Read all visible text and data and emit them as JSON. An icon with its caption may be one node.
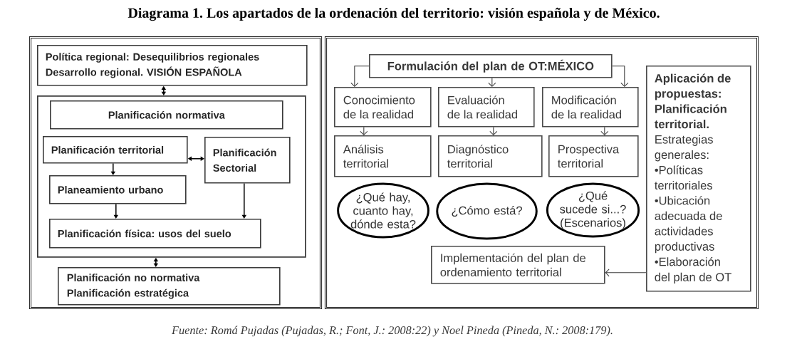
{
  "diagram": {
    "title": "Diagrama 1. Los apartados de la ordenación del territorio: visión española y de México.",
    "nodes": [
      {
        "text": [],
        "shape": "box"
      },
      {
        "text": [
          "Política regional: Desequilibrios regionales",
          "Desarrollo regional. VISIÓN ESPAÑOLA"
        ],
        "in": 0
      },
      {
        "text": [],
        "shape": "box",
        "in": 0
      },
      {
        "text": [
          "Planificación normativa"
        ],
        "in": 2
      },
      {
        "text": [
          "Planificación territorial"
        ],
        "in": 2
      },
      {
        "text": [
          "Planificación Sectorial"
        ],
        "in": 2
      },
      {
        "text": [
          "Planeamiento urbano"
        ],
        "in": 2
      },
      {
        "text": [
          "Planificación física: usos del suelo"
        ],
        "in": 2
      },
      {
        "text": [
          "Planificación no normativa",
          "Planificación estratégica"
        ],
        "in": 0
      },
      {
        "text": [],
        "shape": "box"
      },
      {
        "text": [
          "Formulación del plan de OT:MÉXICO"
        ],
        "in": 9
      },
      {
        "text": [
          "Conocimiento de la realidad"
        ],
        "in": 9
      },
      {
        "text": [
          "Evaluación de la realidad"
        ],
        "in": 9
      },
      {
        "text": [
          "Modificación de la realidad"
        ],
        "in": 9
      },
      {
        "text": [
          "Análisis territorial"
        ],
        "in": 9
      },
      {
        "text": [
          "Diagnóstico territorial"
        ],
        "in": 9
      },
      {
        "text": [
          "Prospectiva territorial"
        ],
        "in": 9
      },
      {
        "text": [
          "¿Qué hay, cuanto hay, dónde esta?"
        ],
        "in": 9
      },
      {
        "text": [
          "¿Cómo está?"
        ],
        "in": 9
      },
      {
        "text": [
          "¿Qué sucede si...? (Escenarios)"
        ],
        "in": 9
      },
      {
        "text": [
          "Aplicación de propuestas: Planificación territorial.",
          "Estrategias generales:",
          "•Políticas territoriales",
          "•Ubicación adecuada de actividades productivas",
          "•Elaboración del plan de OT"
        ],
        "in": 9
      },
      {
        "text": [
          "Implementación del plan de ordenamiento territorial"
        ],
        "in": 9
      }
    ],
    "edges": [
      {
        "from": 1,
        "to": 2,
        "arrow": "both"
      },
      {
        "from": 4,
        "to": 5,
        "arrow": "both"
      },
      {
        "from": 4,
        "to": 6,
        "arrow": "to"
      },
      {
        "from": 6,
        "to": 7,
        "arrow": "to"
      },
      {
        "from": 5,
        "to": 7,
        "arrow": "to"
      },
      {
        "from": 2,
        "to": 8,
        "arrow": "both"
      },
      {
        "from": 10,
        "to": 11,
        "arrow": "to"
      },
      {
        "from": 10,
        "to": 12,
        "arrow": "to"
      },
      {
        "from": 10,
        "to": 13,
        "arrow": "to"
      },
      {
        "from": 11,
        "to": 14,
        "arrow": "to"
      },
      {
        "from": 12,
        "to": 15,
        "arrow": "to"
      },
      {
        "from": 13,
        "to": 16,
        "arrow": "to"
      },
      {
        "from": 20,
        "to": 21,
        "arrow": "to"
      }
    ],
    "caption": "Fuente: Romá Pujadas (Pujadas, R.; Font, J.: 2008:22) y Noel Pineda (Pineda, N.: 2008:179)."
  }
}
